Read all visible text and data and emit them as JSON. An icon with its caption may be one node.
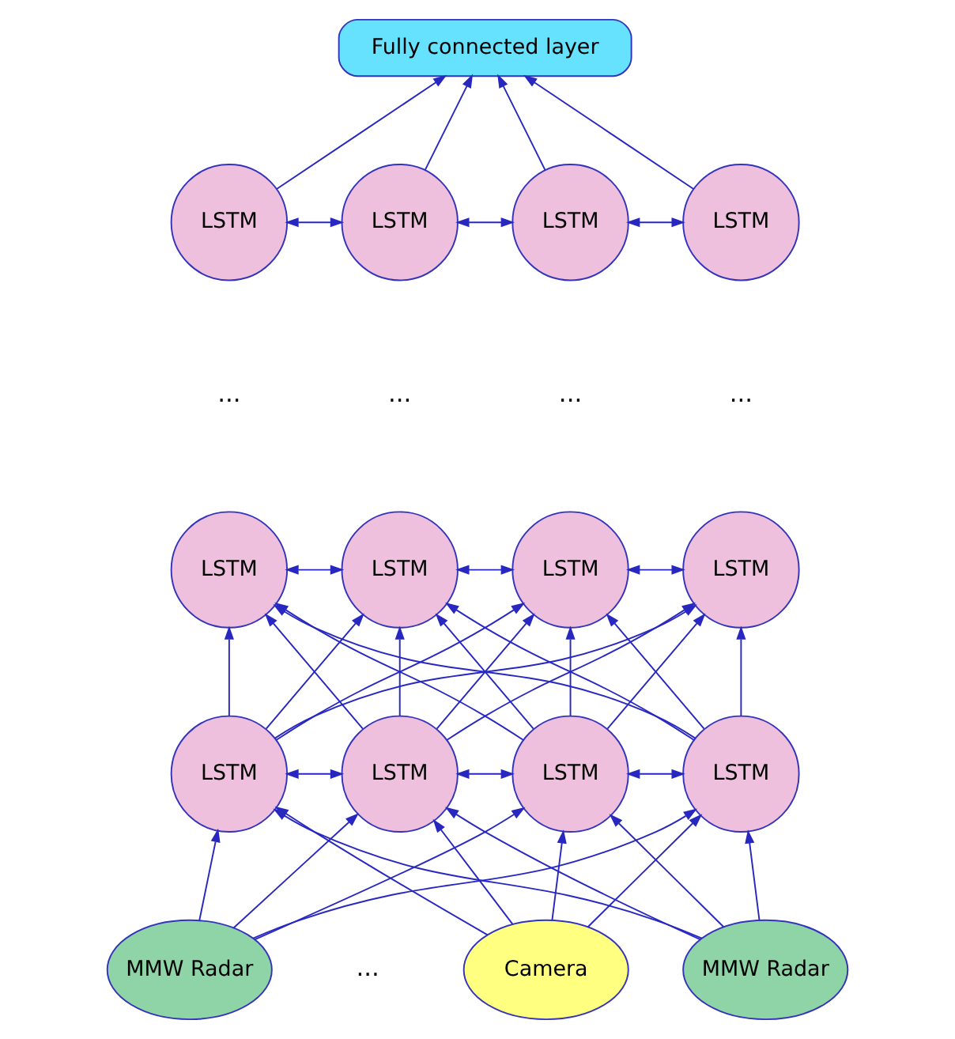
{
  "diagram": {
    "nodes": [
      {
        "text": [
          "Fully connected layer"
        ]
      },
      {
        "text": [
          "LSTM"
        ]
      },
      {
        "text": [
          "LSTM"
        ]
      },
      {
        "text": [
          "LSTM"
        ]
      },
      {
        "text": [
          "LSTM"
        ]
      },
      {
        "text": [
          "LSTM"
        ]
      },
      {
        "text": [
          "LSTM"
        ]
      },
      {
        "text": [
          "LSTM"
        ]
      },
      {
        "text": [
          "LSTM"
        ]
      },
      {
        "text": [
          "LSTM"
        ]
      },
      {
        "text": [
          "LSTM"
        ]
      },
      {
        "text": [
          "LSTM"
        ]
      },
      {
        "text": [
          "LSTM"
        ]
      },
      {
        "text": [
          "MMW Radar"
        ]
      },
      {
        "text": [
          "Camera"
        ]
      },
      {
        "text": [
          "MMW Radar"
        ]
      }
    ],
    "edges": [
      {
        "from": 1,
        "to": 0,
        "arrow": "to"
      },
      {
        "from": 2,
        "to": 0,
        "arrow": "to"
      },
      {
        "from": 3,
        "to": 0,
        "arrow": "to"
      },
      {
        "from": 4,
        "to": 0,
        "arrow": "to"
      },
      {
        "from": 1,
        "to": 2,
        "arrow": "both"
      },
      {
        "from": 2,
        "to": 3,
        "arrow": "both"
      },
      {
        "from": 3,
        "to": 4,
        "arrow": "both"
      },
      {
        "from": 5,
        "to": 6,
        "arrow": "both"
      },
      {
        "from": 6,
        "to": 7,
        "arrow": "both"
      },
      {
        "from": 7,
        "to": 8,
        "arrow": "both"
      },
      {
        "from": 9,
        "to": 5,
        "arrow": "to"
      },
      {
        "from": 9,
        "to": 6,
        "arrow": "to"
      },
      {
        "from": 9,
        "to": 7,
        "arrow": "to"
      },
      {
        "from": 9,
        "to": 8,
        "arrow": "to"
      },
      {
        "from": 10,
        "to": 5,
        "arrow": "to"
      },
      {
        "from": 10,
        "to": 6,
        "arrow": "to"
      },
      {
        "from": 10,
        "to": 7,
        "arrow": "to"
      },
      {
        "from": 10,
        "to": 8,
        "arrow": "to"
      },
      {
        "from": 11,
        "to": 5,
        "arrow": "to"
      },
      {
        "from": 11,
        "to": 6,
        "arrow": "to"
      },
      {
        "from": 11,
        "to": 7,
        "arrow": "to"
      },
      {
        "from": 11,
        "to": 8,
        "arrow": "to"
      },
      {
        "from": 12,
        "to": 5,
        "arrow": "to"
      },
      {
        "from": 12,
        "to": 6,
        "arrow": "to"
      },
      {
        "from": 12,
        "to": 7,
        "arrow": "to"
      },
      {
        "from": 12,
        "to": 8,
        "arrow": "to"
      },
      {
        "from": 9,
        "to": 10,
        "arrow": "both"
      },
      {
        "from": 10,
        "to": 11,
        "arrow": "both"
      },
      {
        "from": 11,
        "to": 12,
        "arrow": "both"
      },
      {
        "from": 13,
        "to": 9,
        "arrow": "to"
      },
      {
        "from": 13,
        "to": 10,
        "arrow": "to"
      },
      {
        "from": 13,
        "to": 11,
        "arrow": "to"
      },
      {
        "from": 13,
        "to": 12,
        "arrow": "to"
      },
      {
        "from": 14,
        "to": 9,
        "arrow": "to"
      },
      {
        "from": 14,
        "to": 10,
        "arrow": "to"
      },
      {
        "from": 14,
        "to": 11,
        "arrow": "to"
      },
      {
        "from": 14,
        "to": 12,
        "arrow": "to"
      },
      {
        "from": 15,
        "to": 9,
        "arrow": "to"
      },
      {
        "from": 15,
        "to": 10,
        "arrow": "to"
      },
      {
        "from": 15,
        "to": 11,
        "arrow": "to"
      },
      {
        "from": 15,
        "to": 12,
        "arrow": "to"
      }
    ],
    "labels": [
      "...",
      "...",
      "...",
      "...",
      "..."
    ]
  }
}
